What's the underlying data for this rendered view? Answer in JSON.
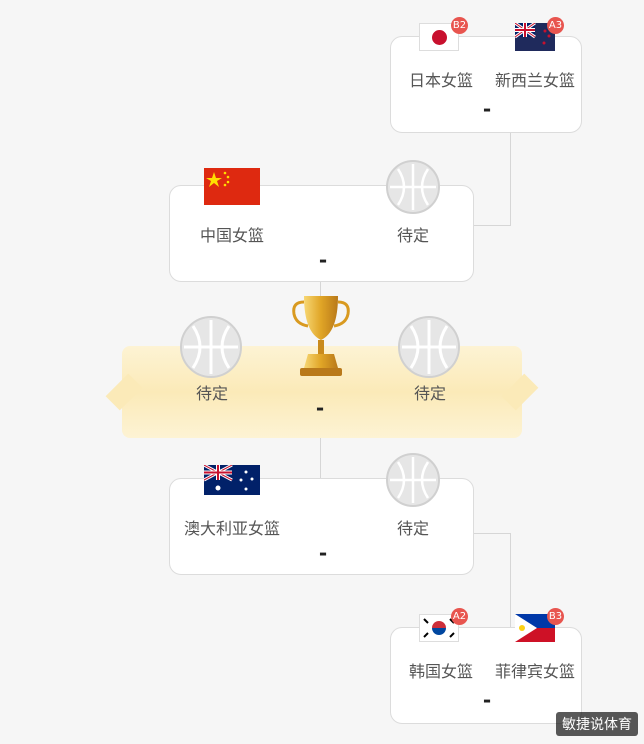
{
  "semi_top": {
    "team1": {
      "name": "日本女篮",
      "seed": "B2",
      "flag": "japan-flag-icon"
    },
    "team2": {
      "name": "新西兰女篮",
      "seed": "A3",
      "flag": "new-zealand-flag-icon"
    },
    "score": "-"
  },
  "quarter_top": {
    "team1": {
      "name": "中国女篮",
      "flag": "china-flag-icon"
    },
    "team2": {
      "name": "待定",
      "flag": "basketball-icon"
    },
    "score": "-"
  },
  "final": {
    "team1": {
      "name": "待定",
      "flag": "basketball-icon"
    },
    "team2": {
      "name": "待定",
      "flag": "basketball-icon"
    },
    "score": "-",
    "trophy": "trophy-icon"
  },
  "quarter_bottom": {
    "team1": {
      "name": "澳大利亚女篮",
      "flag": "australia-flag-icon"
    },
    "team2": {
      "name": "待定",
      "flag": "basketball-icon"
    },
    "score": "-"
  },
  "semi_bottom": {
    "team1": {
      "name": "韩国女篮",
      "seed": "A2",
      "flag": "south-korea-flag-icon"
    },
    "team2": {
      "name": "菲律宾女篮",
      "seed": "B3",
      "flag": "philippines-flag-icon"
    },
    "score": "-"
  },
  "watermark": "敏捷说体育",
  "colors": {
    "seed_badge": "#e8554f",
    "banner": "#fbeab8",
    "trophy": "#e0a526"
  }
}
